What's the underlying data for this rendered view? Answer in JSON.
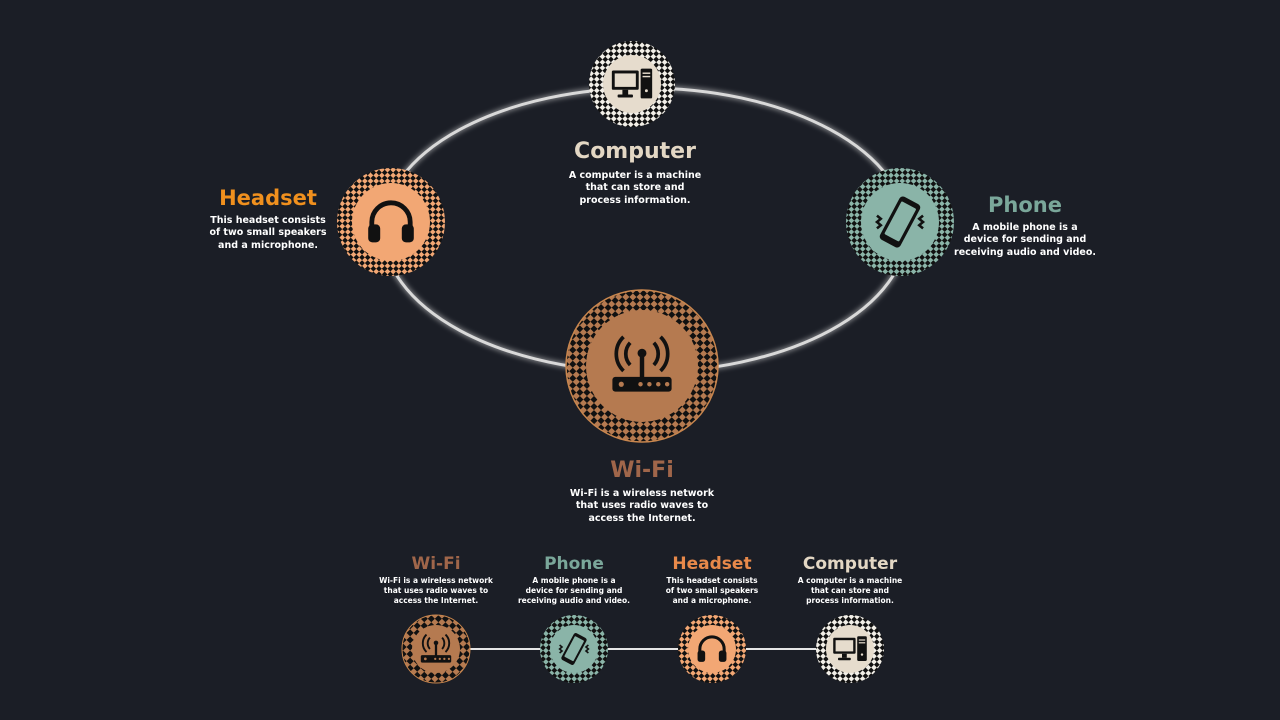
{
  "colors": {
    "background": "#1b1e26",
    "wifi": "#b57a50",
    "wifi_title": "#a0664a",
    "phone": "#8ab4a8",
    "phone_title": "#7aa79a",
    "headset": "#f2a774",
    "headset_title": "#f0901e",
    "headset_small_title": "#e8894a",
    "computer": "#e6dccd",
    "computer_title": "#e3d7c4"
  },
  "nodes": {
    "computer": {
      "title": "Computer",
      "desc": "A computer is a machine\nthat can store and\nprocess information.",
      "icon": "desktop-computer-icon"
    },
    "headset": {
      "title": "Headset",
      "desc": "This headset consists\nof two small speakers\nand a microphone.",
      "icon": "headphones-icon"
    },
    "phone": {
      "title": "Phone",
      "desc": "A mobile phone is a\ndevice for sending and\nreceiving audio and video.",
      "icon": "vibrating-phone-icon"
    },
    "wifi": {
      "title": "Wi-Fi",
      "desc": "Wi-Fi is a wireless network\nthat uses radio waves to\naccess the Internet.",
      "icon": "wifi-router-icon"
    }
  },
  "timeline_order": [
    "wifi",
    "phone",
    "headset",
    "computer"
  ]
}
